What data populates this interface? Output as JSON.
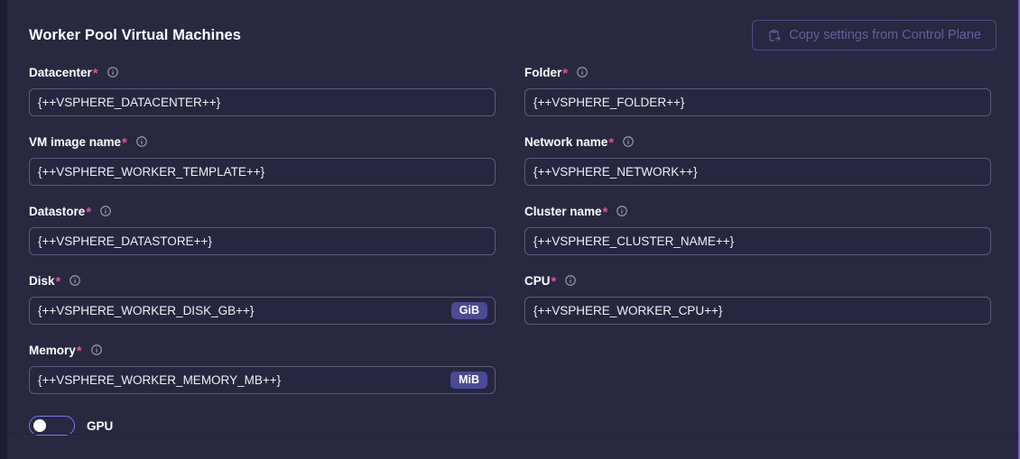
{
  "panel": {
    "title": "Worker Pool Virtual Machines",
    "copy_button": {
      "label": "Copy settings from Control Plane",
      "icon": "clipboard-export-icon"
    },
    "accent_color": "#6366c8",
    "required_color": "#e0519b",
    "badge_color": "#4a4a96",
    "background_color": "#282841"
  },
  "fields": [
    {
      "name": "datacenter",
      "label": "Datacenter",
      "required": "*",
      "value": "{++VSPHERE_DATACENTER++}",
      "unit": ""
    },
    {
      "name": "folder",
      "label": "Folder",
      "required": "*",
      "value": "{++VSPHERE_FOLDER++}",
      "unit": ""
    },
    {
      "name": "vm-image-name",
      "label": "VM image name",
      "required": "*",
      "value": "{++VSPHERE_WORKER_TEMPLATE++}",
      "unit": ""
    },
    {
      "name": "network-name",
      "label": "Network name",
      "required": "*",
      "value": "{++VSPHERE_NETWORK++}",
      "unit": ""
    },
    {
      "name": "datastore",
      "label": "Datastore",
      "required": "*",
      "value": "{++VSPHERE_DATASTORE++}",
      "unit": ""
    },
    {
      "name": "cluster-name",
      "label": "Cluster name",
      "required": "*",
      "value": "{++VSPHERE_CLUSTER_NAME++}",
      "unit": ""
    },
    {
      "name": "disk",
      "label": "Disk",
      "required": "*",
      "value": "{++VSPHERE_WORKER_DISK_GB++}",
      "unit": "GiB"
    },
    {
      "name": "cpu",
      "label": "CPU",
      "required": "*",
      "value": "{++VSPHERE_WORKER_CPU++}",
      "unit": ""
    },
    {
      "name": "memory",
      "label": "Memory",
      "required": "*",
      "value": "{++VSPHERE_WORKER_MEMORY_MB++}",
      "unit": "MiB"
    }
  ],
  "toggle": {
    "label": "GPU",
    "state": "off"
  },
  "info_icon_name": "info-circle-icon"
}
